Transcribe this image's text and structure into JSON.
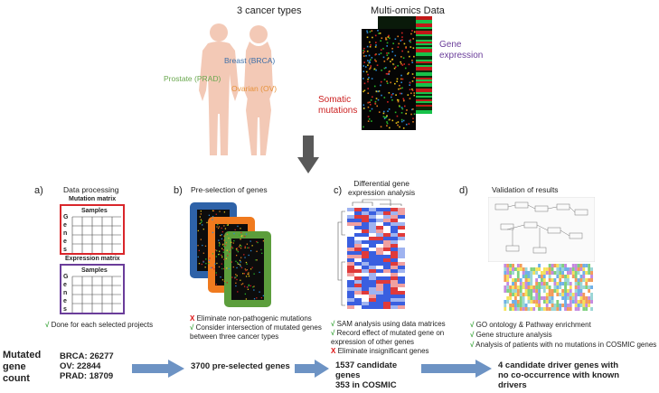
{
  "top": {
    "cancer_types_title": "3 cancer types",
    "labels": {
      "breast": "Breast (BRCA)",
      "prostate": "Prostate (PRAD)",
      "ovarian": "Ovarian (OV)"
    },
    "multiomics_title": "Multi-omics Data",
    "gene_expression": [
      "Gene",
      "expression"
    ],
    "somatic_mutations": [
      "Somatic",
      "mutations"
    ]
  },
  "sections": {
    "a": {
      "letter": "a)",
      "title": "Data processing",
      "mutation_matrix": "Mutation matrix",
      "expression_matrix": "Expression matrix",
      "samples": "Samples",
      "genes_letters": [
        "G",
        "e",
        "n",
        "e",
        "s"
      ],
      "notes": [
        {
          "mark": "√",
          "text": "Done for each selected projects"
        }
      ]
    },
    "b": {
      "letter": "b)",
      "title": "Pre-selection of genes",
      "notes": [
        {
          "mark": "X",
          "text": "Eliminate non-pathogenic mutations"
        },
        {
          "mark": "√",
          "text": "Consider intersection of mutated genes"
        },
        {
          "mark": "",
          "text": "between three cancer types"
        }
      ]
    },
    "c": {
      "letter": "c)",
      "title": [
        "Differential gene",
        "expression analysis"
      ],
      "notes": [
        {
          "mark": "√",
          "text": "SAM analysis using data matrices"
        },
        {
          "mark": "√",
          "text": "Record effect of mutated gene on"
        },
        {
          "mark": "",
          "text": "expression of other genes"
        },
        {
          "mark": "X",
          "text": "Eliminate insignificant genes"
        }
      ]
    },
    "d": {
      "letter": "d)",
      "title": "Validation of results",
      "notes": [
        {
          "mark": "√",
          "text": "GO ontology & Pathway enrichment"
        },
        {
          "mark": "√",
          "text": "Gene structure analysis"
        },
        {
          "mark": "√",
          "text": "Analysis of patients with no mutations in COSMIC genes"
        }
      ]
    }
  },
  "bottom": {
    "row_label": [
      "Mutated",
      "gene",
      "count"
    ],
    "counts": [
      "BRCA: 26277",
      "OV: 22844",
      "PRAD: 18709"
    ],
    "step2": "3700 pre-selected genes",
    "step3": [
      "1537 candidate",
      "genes",
      "353 in COSMIC"
    ],
    "step4": [
      "4 candidate driver genes with",
      "no co-occurrence with known",
      "drivers"
    ]
  },
  "colors": {
    "prostate": "#6aa84f",
    "breast": "#3d6fa8",
    "ovarian": "#e69138",
    "gene_expression": "#6a3d9a",
    "somatic_mutations": "#cc1f1f",
    "arrow": "#6d93c4",
    "card_blue": "#2e62a8",
    "card_orange": "#f07a1e",
    "card_green": "#5c9e3c"
  }
}
